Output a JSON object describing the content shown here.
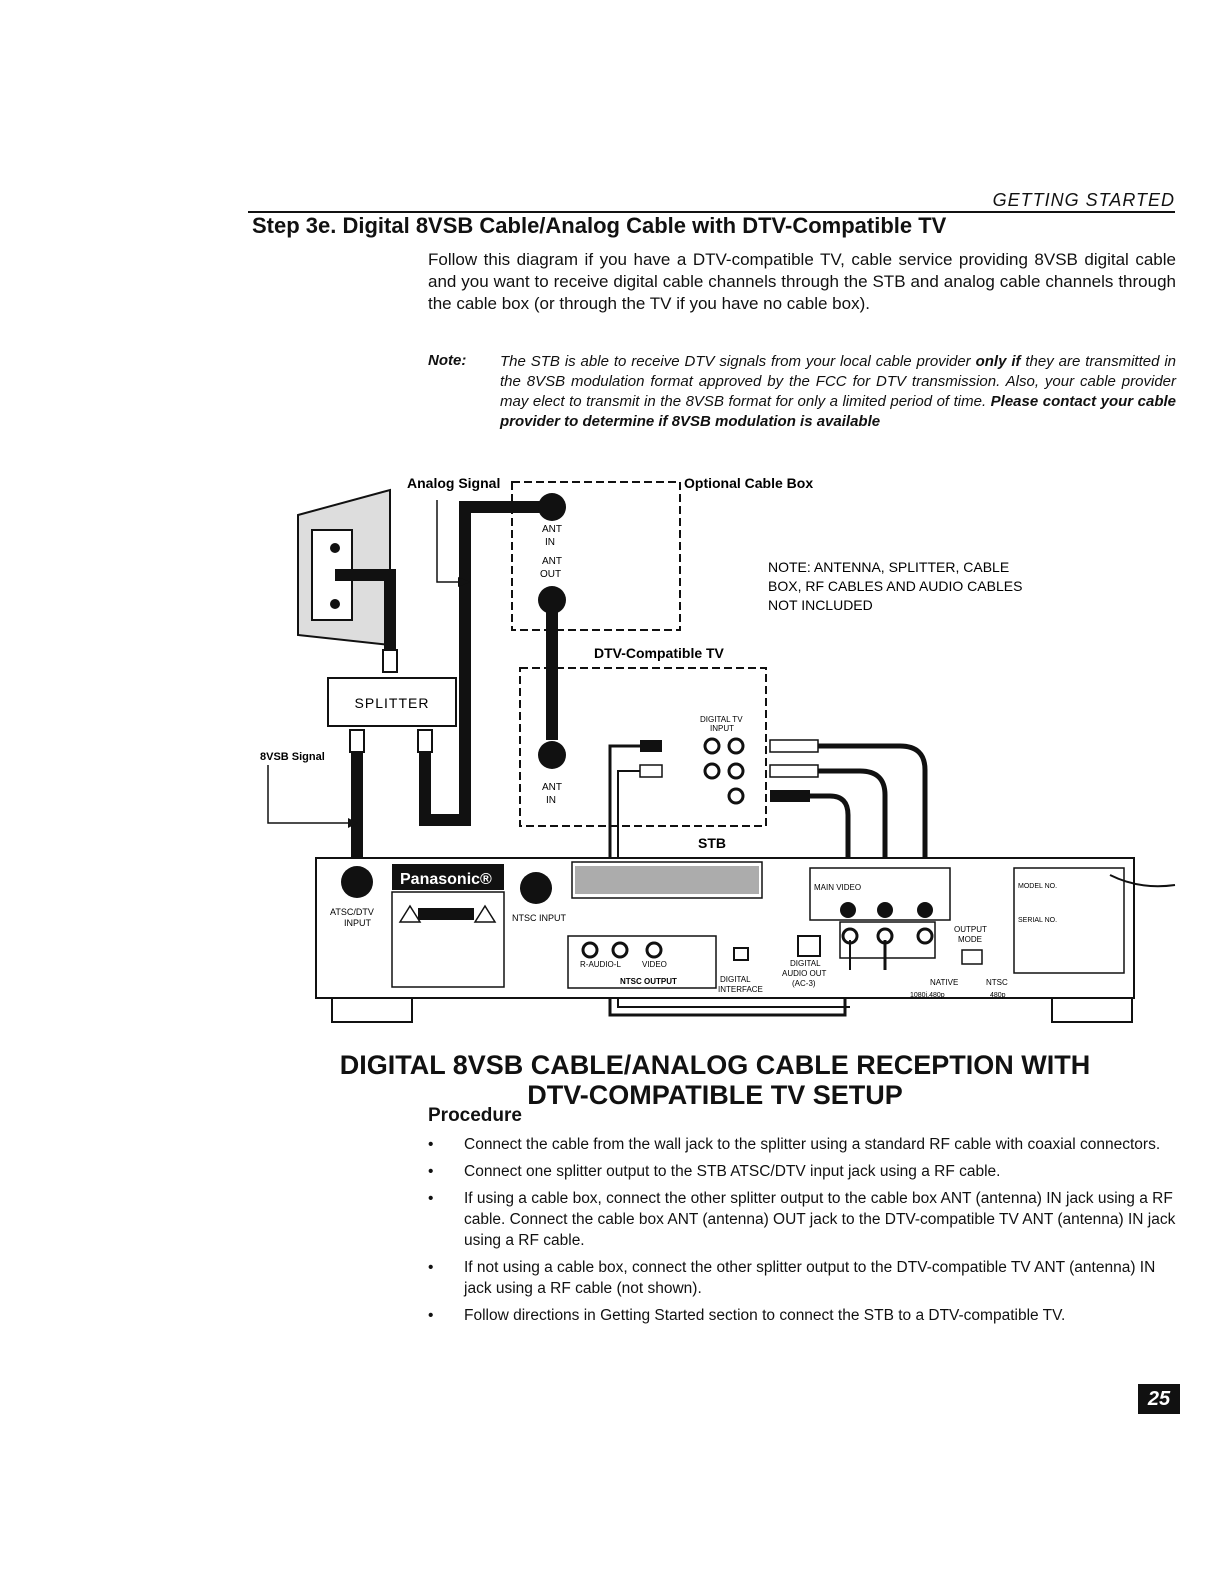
{
  "header": {
    "section": "GETTING STARTED"
  },
  "step_title": "Step 3e. Digital 8VSB Cable/Analog Cable with DTV-Compatible TV",
  "intro": "Follow this diagram if you have a DTV-compatible TV, cable service providing 8VSB digital cable and you want to receive digital cable channels through the STB and analog cable channels through the cable box (or through the TV if you have no cable box).",
  "note": {
    "label": "Note:",
    "text": "The STB is able to receive DTV signals from your local cable provider ",
    "emph1": "only if",
    "text2": " they are transmitted in the 8VSB modulation format approved by the FCC for DTV transmission. Also, your cable provider may elect to transmit in the 8VSB format for only a limited period of time. ",
    "emph2": "Please contact your cable provider to determine if 8VSB modulation is available"
  },
  "diagram": {
    "analog_signal": "Analog Signal",
    "optional_cable_box": "Optional Cable Box",
    "ant_in": "ANT IN",
    "ant_out": "ANT OUT",
    "ant": "ANT",
    "in": "IN",
    "out": "OUT",
    "note_line1": "NOTE:   ANTENNA, SPLITTER, CABLE",
    "note_line2": "BOX, RF CABLES AND AUDIO CABLES",
    "note_line3": "NOT INCLUDED",
    "dtv_tv": "DTV-Compatible TV",
    "splitter": "SPLITTER",
    "vsb_signal": "8VSB Signal",
    "digital_tv_input": "DIGITAL TV",
    "input": "INPUT",
    "stb": "STB",
    "brand": "Panasonic®",
    "atsc_input_1": "ATSC/DTV",
    "atsc_input_2": "INPUT",
    "ntsc_input": "NTSC INPUT",
    "ntsc_output": "NTSC OUTPUT",
    "r_audio": "R-AUDIO-L",
    "video": "VIDEO",
    "digital_interface_1": "DIGITAL",
    "digital_interface_2": "INTERFACE",
    "digital_audio_out_1": "DIGITAL",
    "digital_audio_out_2": "AUDIO OUT",
    "digital_audio_out_3": "(AC-3)",
    "main_video": "MAIN VIDEO",
    "output_mode_1": "OUTPUT",
    "output_mode_2": "MODE",
    "native": "NATIVE",
    "ntsc": "NTSC",
    "native_res": "1080i,480p",
    "ntsc_res": "480p",
    "model_no": "MODEL NO.",
    "serial_no": "SERIAL NO."
  },
  "main_title_line1": "DIGITAL 8VSB CABLE/ANALOG CABLE RECEPTION WITH",
  "main_title_line2": "DTV-COMPATIBLE TV SETUP",
  "procedure_heading": "Procedure",
  "steps": [
    "Connect the cable from the wall jack to the splitter using a standard RF cable with coaxial connectors.",
    "Connect one splitter output to the STB ATSC/DTV input jack using a RF cable.",
    "If using a cable box, connect the other splitter output to the cable box ANT (antenna) IN jack using a RF cable. Connect the cable box ANT (antenna) OUT jack to the DTV-compatible TV ANT (antenna) IN jack using a RF cable.",
    "If not using a cable box, connect the other splitter output to the DTV-compatible TV ANT (antenna) IN jack using a RF cable (not shown).",
    "Follow directions in Getting Started section to connect the STB to a DTV-compatible TV."
  ],
  "page_number": "25"
}
